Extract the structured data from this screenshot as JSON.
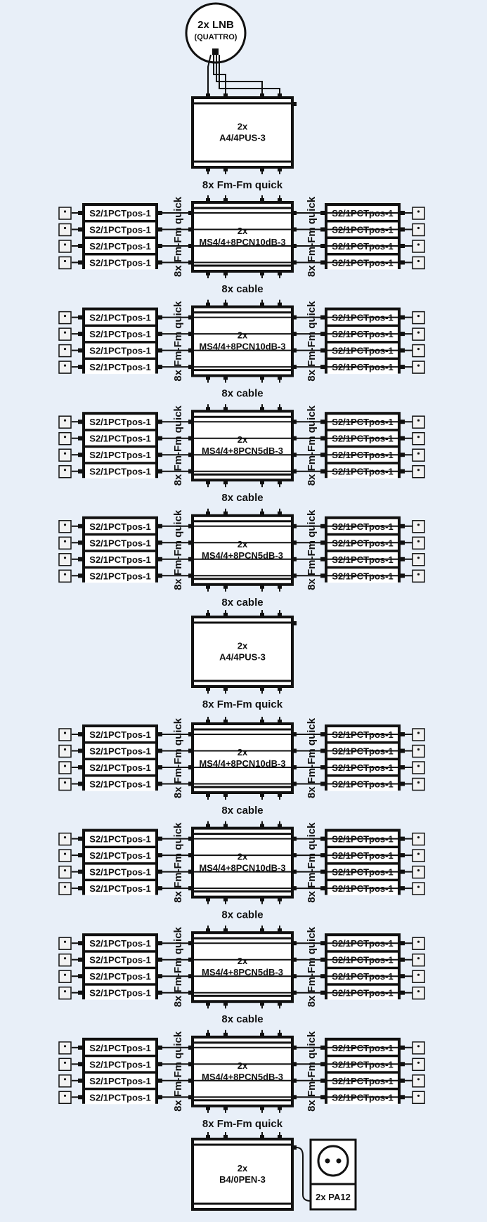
{
  "diagram": {
    "title": "Satellite distribution cascade",
    "colors": {
      "background": "#e8eff8",
      "stroke": "#111111",
      "box_fill": "#ffffff"
    },
    "lnb": {
      "line1": "2x LNB",
      "line2": "(QUATTRO)"
    },
    "blocks": [
      {
        "type": "amplifier",
        "qty": "2x",
        "model": "A4/4PUS-3",
        "below_label": "8x Fm-Fm quick"
      },
      {
        "type": "multiswitch",
        "qty": "2x",
        "model": "MS4/4+8PCN10dB-3",
        "side_label": "8x Fm-Fm quick",
        "below_label": "8x cable"
      },
      {
        "type": "multiswitch",
        "qty": "2x",
        "model": "MS4/4+8PCN10dB-3",
        "side_label": "8x Fm-Fm quick",
        "below_label": "8x cable"
      },
      {
        "type": "multiswitch",
        "qty": "2x",
        "model": "MS4/4+8PCN5dB-3",
        "side_label": "8x Fm-Fm quick",
        "below_label": "8x cable"
      },
      {
        "type": "multiswitch",
        "qty": "2x",
        "model": "MS4/4+8PCN5dB-3",
        "side_label": "8x Fm-Fm quick",
        "below_label": "8x cable"
      },
      {
        "type": "amplifier",
        "qty": "2x",
        "model": "A4/4PUS-3",
        "below_label": "8x Fm-Fm quick"
      },
      {
        "type": "multiswitch",
        "qty": "2x",
        "model": "MS4/4+8PCN10dB-3",
        "side_label": "8x Fm-Fm quick",
        "below_label": "8x cable"
      },
      {
        "type": "multiswitch",
        "qty": "2x",
        "model": "MS4/4+8PCN10dB-3",
        "side_label": "8x Fm-Fm quick",
        "below_label": "8x cable"
      },
      {
        "type": "multiswitch",
        "qty": "2x",
        "model": "MS4/4+8PCN5dB-3",
        "side_label": "8x Fm-Fm quick",
        "below_label": "8x cable"
      },
      {
        "type": "multiswitch",
        "qty": "2x",
        "model": "MS4/4+8PCN5dB-3",
        "side_label": "8x Fm-Fm quick",
        "below_label": "8x Fm-Fm quick"
      },
      {
        "type": "terminator",
        "qty": "2x",
        "model": "B4/0PEN-3"
      }
    ],
    "tap_label": "S2/1PCTpos-1",
    "taps_per_side": 4,
    "power_supply": {
      "label": "2x PA12",
      "icon": "power-socket-icon"
    },
    "outlet_icon": "tv-outlet-icon"
  }
}
